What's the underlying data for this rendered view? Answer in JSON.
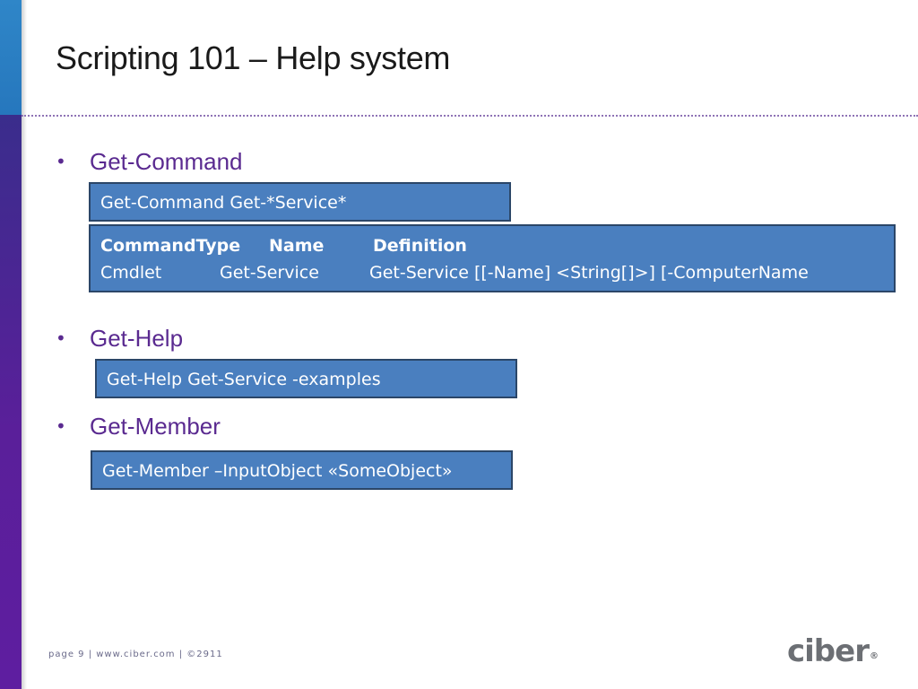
{
  "slide": {
    "title": "Scripting 101 – Help system"
  },
  "bullets": [
    {
      "marker": "•",
      "label": "Get-Command",
      "boxes": [
        {
          "lines": [
            "Get-Command Get-*Service*"
          ]
        },
        {
          "table_header": {
            "type": "CommandType",
            "name": "Name",
            "definition": "Definition"
          },
          "table_row": {
            "type": "Cmdlet",
            "name": "Get-Service",
            "definition": "Get-Service [[-Name] <String[]>] [-ComputerName"
          }
        }
      ]
    },
    {
      "marker": "•",
      "label": "Get-Help",
      "boxes": [
        {
          "lines": [
            "Get-Help Get-Service -examples"
          ]
        }
      ]
    },
    {
      "marker": "•",
      "label": "Get-Member",
      "boxes": [
        {
          "lines": [
            "Get-Member –InputObject «SomeObject»"
          ]
        }
      ]
    }
  ],
  "footer": {
    "text": "page 9 | www.ciber.com  |  ©2911"
  },
  "logo": {
    "text": "ciber",
    "mark": "®"
  },
  "colors": {
    "accent_purple": "#5a2a90",
    "box_fill": "#4a7fbf",
    "box_border": "#2b4668",
    "sidebar_blue": "#2677bd",
    "sidebar_purple": "#5a1f9a"
  }
}
